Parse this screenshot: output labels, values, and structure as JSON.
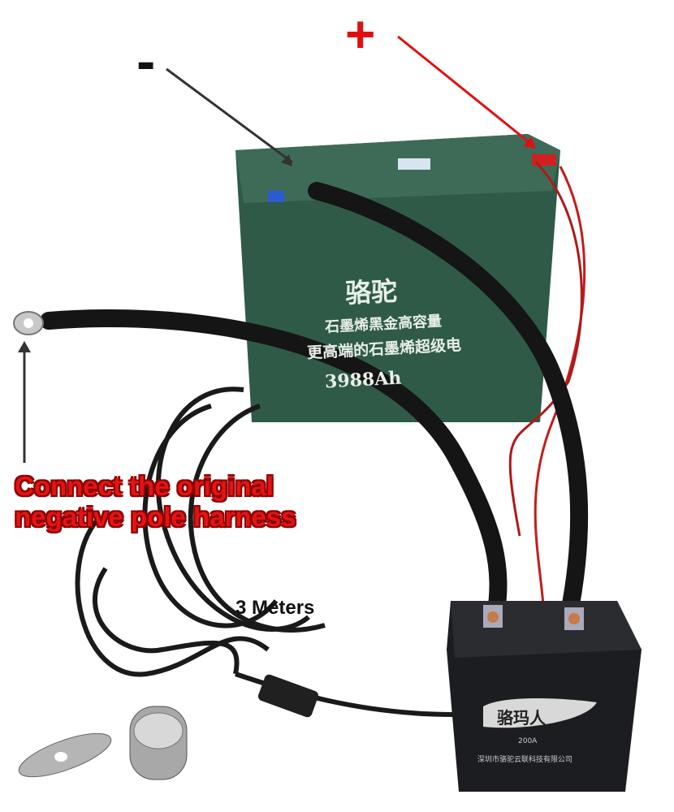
{
  "annotations": {
    "positive_sign": "+",
    "negative_sign": "-",
    "caption_line1": "Connect the original",
    "caption_line2": "negative pole harness",
    "cable_length": "3 Meters"
  },
  "battery": {
    "brand": "骆驼",
    "line1": "石墨烯黑金高容量",
    "line2": "更高端的石墨烯超级电",
    "capacity": "3988Ah"
  },
  "switch_device": {
    "brand": "骆玛人",
    "rating": "200A",
    "maker": "深圳市骆驼云联科技有限公司"
  },
  "colors": {
    "accent_red": "#e41414",
    "battery_green": "#2f5a48",
    "cable_black": "#151515"
  }
}
